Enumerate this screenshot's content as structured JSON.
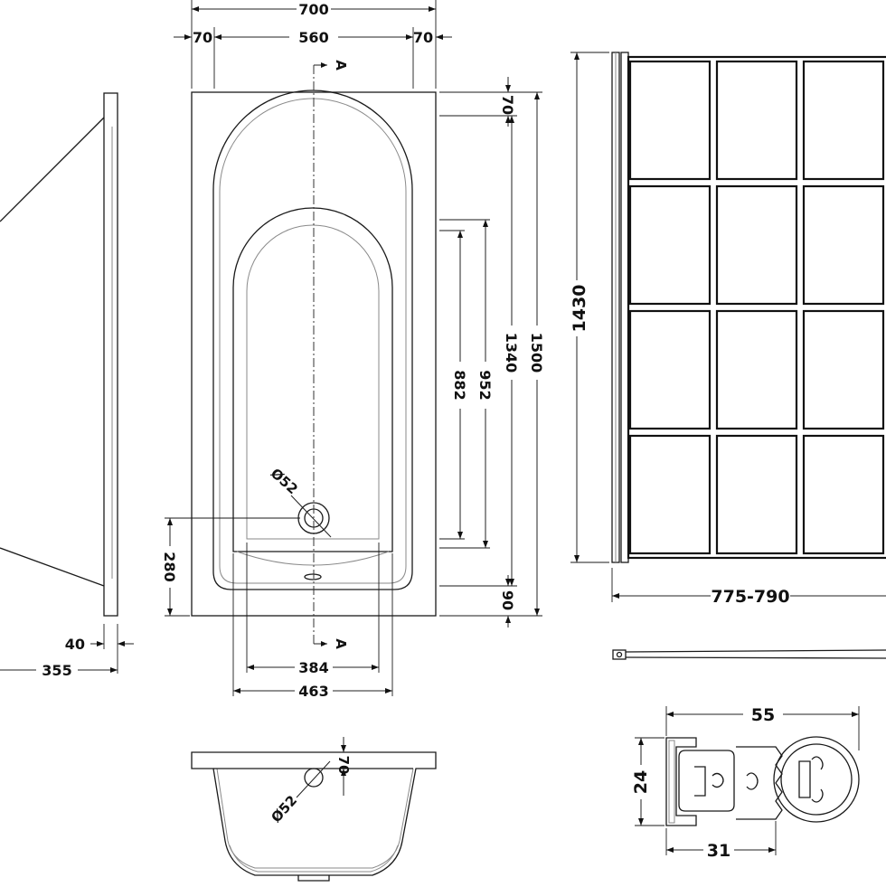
{
  "section_marker": "A",
  "plan": {
    "overall_width": "700",
    "rim_left": "70",
    "inner_width": "560",
    "rim_right": "70",
    "top_rim": "70",
    "inner_bottom_length": "882",
    "inner_top_length": "952",
    "inner_length": "1340",
    "overall_length": "1500",
    "waste_diameter": "Ø52",
    "waste_offset": "280",
    "bottom_rim": "90",
    "floor_width": "384",
    "basin_width": "463"
  },
  "side": {
    "rim_thickness": "40",
    "depth": "355"
  },
  "section": {
    "rim_depth": "70",
    "waste_diameter": "Ø52"
  },
  "screen": {
    "height": "1430",
    "width_range": "775-790"
  },
  "profile": {
    "depth": "55",
    "width": "24",
    "channel": "31"
  }
}
